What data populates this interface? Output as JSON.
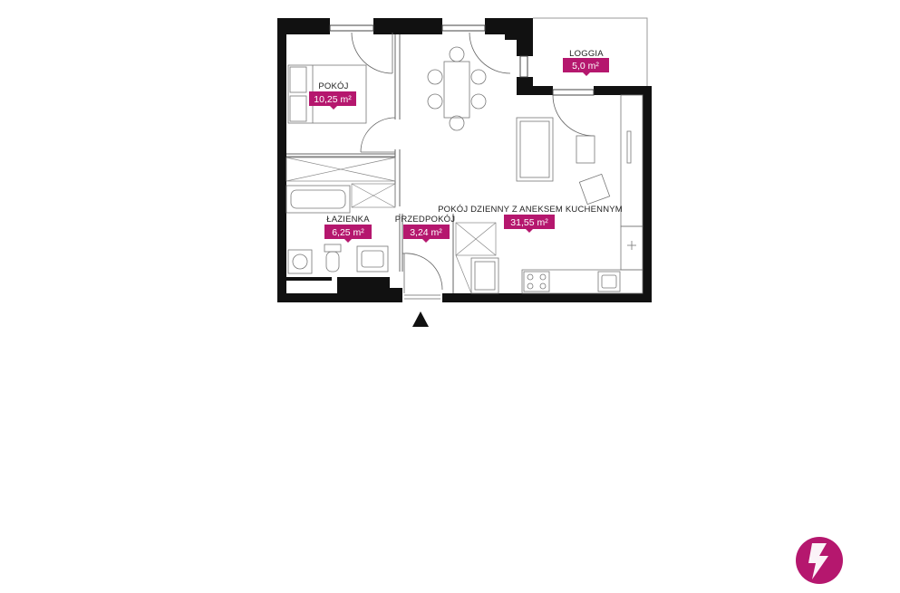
{
  "rooms": [
    {
      "id": "pokoj",
      "name": "POKÓJ",
      "area": "10,25 m²"
    },
    {
      "id": "lazienka",
      "name": "ŁAZIENKA",
      "area": "6,25 m²"
    },
    {
      "id": "przedpokoj",
      "name": "PRZEDPOKÓJ",
      "area": "3,24 m²"
    },
    {
      "id": "dzienny",
      "name": "POKÓJ DZIENNY Z ANEKSEM KUCHENNYM",
      "area": "31,55 m²"
    },
    {
      "id": "loggia",
      "name": "LOGGIA",
      "area": "5,0 m²"
    }
  ],
  "colors": {
    "accent": "#b5176e",
    "wall": "#111111",
    "line": "#555555"
  },
  "icons": {
    "entrance": "entrance-arrow-icon",
    "logo": "brand-logo-icon"
  }
}
